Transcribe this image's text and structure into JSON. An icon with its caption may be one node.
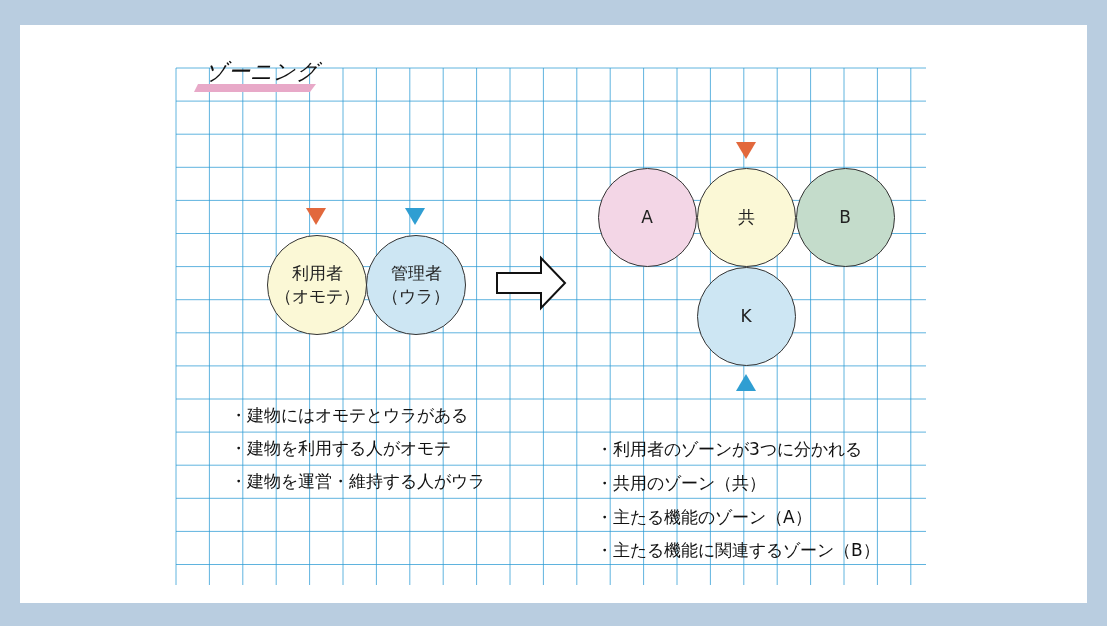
{
  "diagram": {
    "title": "ゾーニング",
    "nodes": [
      {
        "text": [
          "利用者（オモテ）"
        ]
      },
      {
        "text": [
          "管理者（ウラ）"
        ]
      },
      {
        "text": [
          "A"
        ]
      },
      {
        "text": [
          "共"
        ]
      },
      {
        "text": [
          "B"
        ]
      },
      {
        "text": [
          "K"
        ]
      }
    ],
    "edges": [],
    "labels": [
      "・建物にはオモテとウラがある",
      "・建物を利用する人がオモテ",
      "・建物を運営・維持する人がウラ",
      "・利用者のゾーンが3つに分かれる",
      "・共用のゾーン（共）",
      "・主たる機能のゾーン（A）",
      "・主たる機能に関連するゾーン（B）"
    ]
  }
}
